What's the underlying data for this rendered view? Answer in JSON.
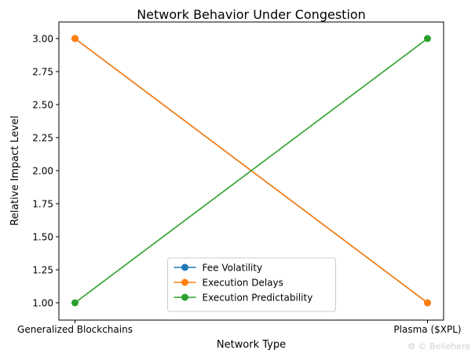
{
  "chart_data": {
    "type": "line",
    "title": "Network Behavior Under Congestion",
    "xlabel": "Network Type",
    "ylabel": "Relative Impact Level",
    "categories": [
      "Generalized Blockchains",
      "Plasma ($XPL)"
    ],
    "ylim": [
      1.0,
      3.0
    ],
    "yticks": [
      "1.00",
      "1.25",
      "1.50",
      "1.75",
      "2.00",
      "2.25",
      "2.50",
      "2.75",
      "3.00"
    ],
    "grid": false,
    "legend_position": "lower center",
    "series": [
      {
        "name": "Fee Volatility",
        "values": [
          3,
          1
        ],
        "color": "#1f77b4",
        "marker": "circle"
      },
      {
        "name": "Execution Delays",
        "values": [
          3,
          1
        ],
        "color": "#ff7f0e",
        "marker": "circle"
      },
      {
        "name": "Execution Predictability",
        "values": [
          1,
          3
        ],
        "color": "#2ca02c",
        "marker": "circle"
      }
    ]
  },
  "watermark": "Bellehere"
}
